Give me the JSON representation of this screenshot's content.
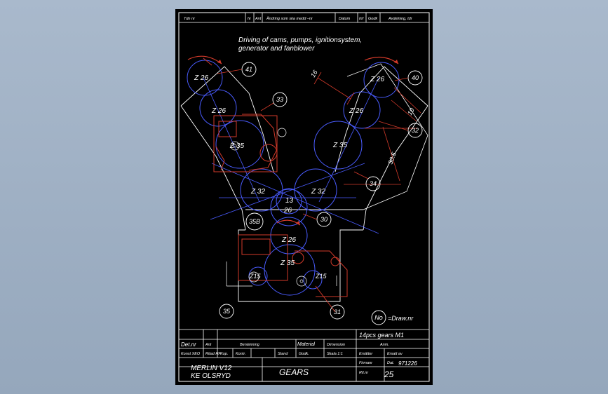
{
  "drawing": {
    "caption_line1": "Driving of cams, pumps, ignitionsystem,",
    "caption_line2": "generator and fanblower",
    "gears": [
      {
        "label": "Z 26"
      },
      {
        "label": "Z 26"
      },
      {
        "label": "Z 35"
      },
      {
        "label": "Z 32"
      },
      {
        "label": "Z 26"
      },
      {
        "label": "Z 26"
      },
      {
        "label": "Z 35"
      },
      {
        "label": "Z 32"
      },
      {
        "label": "13"
      },
      {
        "label": "26"
      },
      {
        "label": "Z 26"
      },
      {
        "label": "Z 35"
      },
      {
        "label": "Z15"
      },
      {
        "label": "Z15"
      }
    ],
    "balloons": [
      "41",
      "33",
      "40",
      "32",
      "34",
      "30",
      "35B",
      "35",
      "31"
    ],
    "balloon_note": {
      "number": "No",
      "text": "=Draw.nr"
    },
    "dimensions": [
      "16",
      "10",
      "30.5"
    ]
  },
  "header_row": {
    "fields": [
      "Tdn nr",
      "hr",
      "Ant",
      "Ändring som ska medd –nr",
      "Datum",
      "Inf",
      "Godk",
      "Avdelning, tdr"
    ]
  },
  "title_block": {
    "right_note": "14pcs gears M1",
    "row1": [
      "Det.nr",
      "Ant",
      "Benämning",
      "Material",
      "Dimension",
      "Anm."
    ],
    "row2": [
      "Konst XEO",
      "Ritad HF",
      "Kop.",
      "Kontr.",
      "Stand",
      "Godk.",
      "Skala 1:1",
      "Ersätter",
      "Ersatt av"
    ],
    "project_line1": "MERLIN V12",
    "project_line2": "KE OLSRYD",
    "title": "GEARS",
    "firm_label": "Firmanr",
    "date_label": "Dat.",
    "date": "971226",
    "drawing_no_label": "Rit.nr",
    "drawing_no": "25"
  }
}
